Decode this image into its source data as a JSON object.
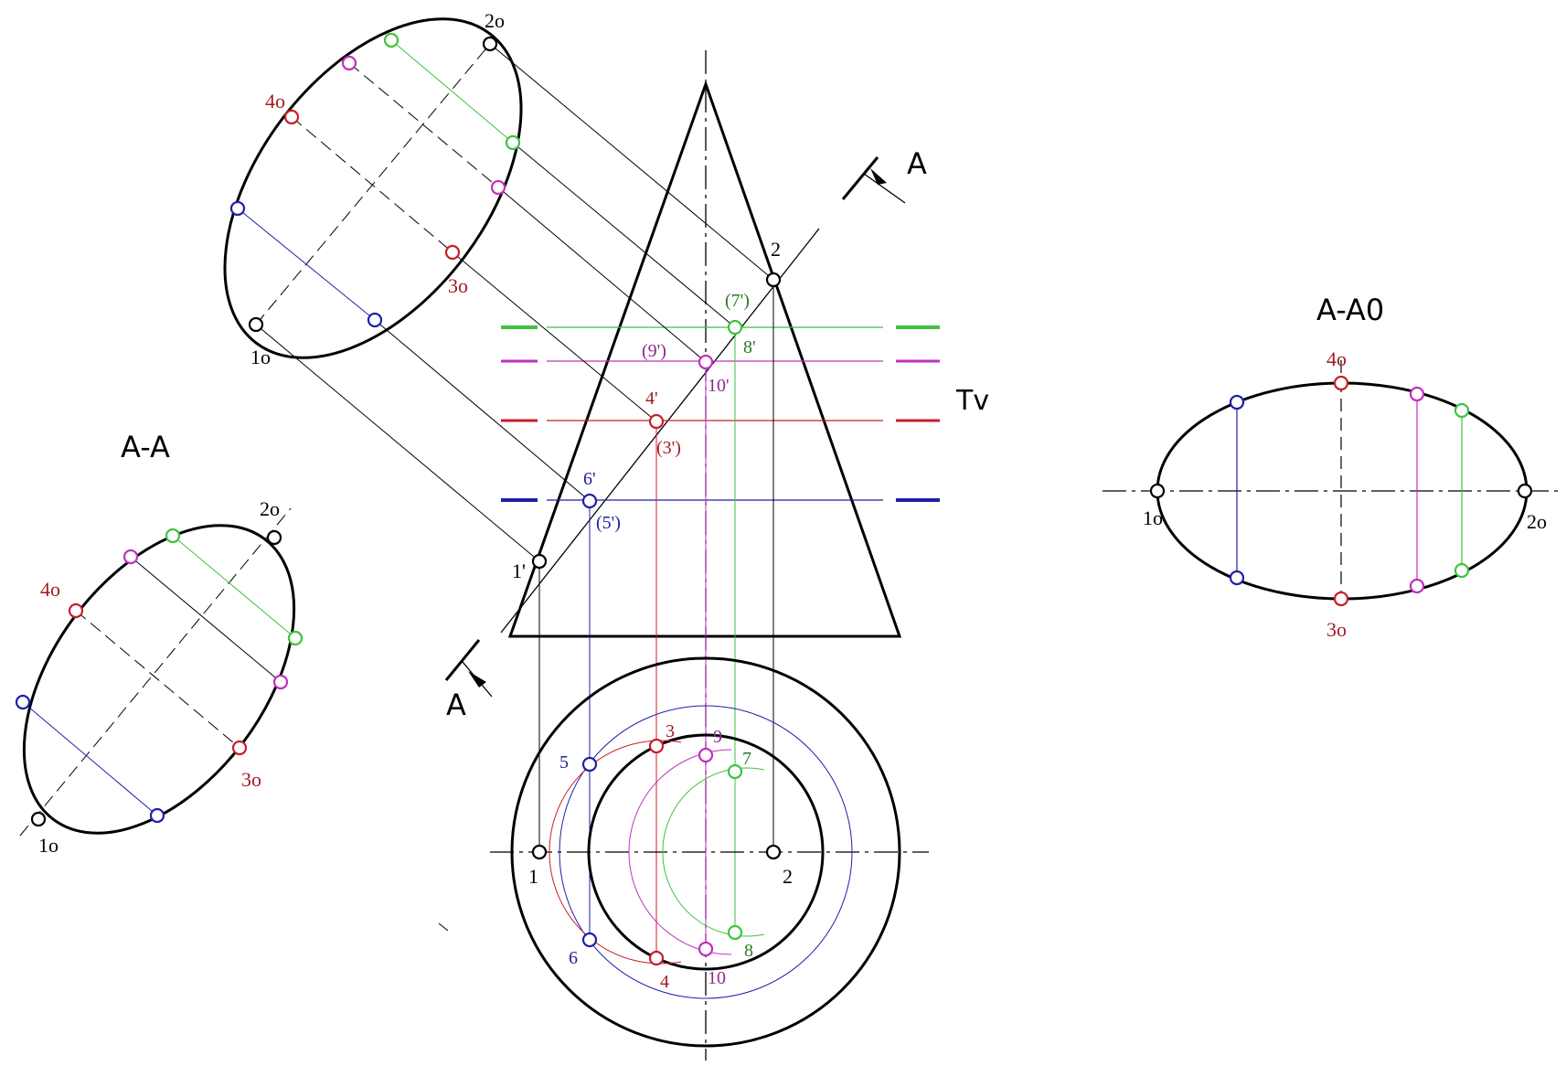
{
  "colors": {
    "black": "#000000",
    "blue": "#1f1fa8",
    "red": "#c81e28",
    "magenta": "#c030c0",
    "green": "#3fc23f",
    "blue_text": "#2020a0",
    "red_text": "#a01a22",
    "magenta_text": "#8a2a8a",
    "green_text": "#2a7a2a"
  },
  "icons": {
    "section_arrow": "cutting-plane-arrow-icon",
    "point_marker": "hollow-circle-point-icon"
  },
  "titles": {
    "section_left": "A-A",
    "section_right": "A-A0",
    "plane_label": "Tv",
    "cut_top": "A",
    "cut_bottom": "A"
  },
  "labels": {
    "front": {
      "p1": "1'",
      "p2": "2",
      "p4": "4'",
      "p3": "(3')",
      "p6": "6'",
      "p5": "(5')",
      "p9": "(9')",
      "p10": "10'",
      "p7": "(7')",
      "p8": "8'"
    },
    "top": {
      "p1": "1",
      "p2": "2",
      "p3": "3",
      "p4": "4",
      "p5": "5",
      "p6": "6",
      "p7": "7",
      "p8": "8",
      "p9": "9",
      "p10": "10"
    },
    "upper_ellipse": {
      "p1": "1o",
      "p2": "2o",
      "p3": "3o",
      "p4": "4o"
    },
    "left_ellipse": {
      "p1": "1o",
      "p2": "2o",
      "p3": "3o",
      "p4": "4o"
    },
    "right_ellipse": {
      "p1": "1o",
      "p2": "2o",
      "p3": "3o",
      "p4": "4o"
    }
  }
}
